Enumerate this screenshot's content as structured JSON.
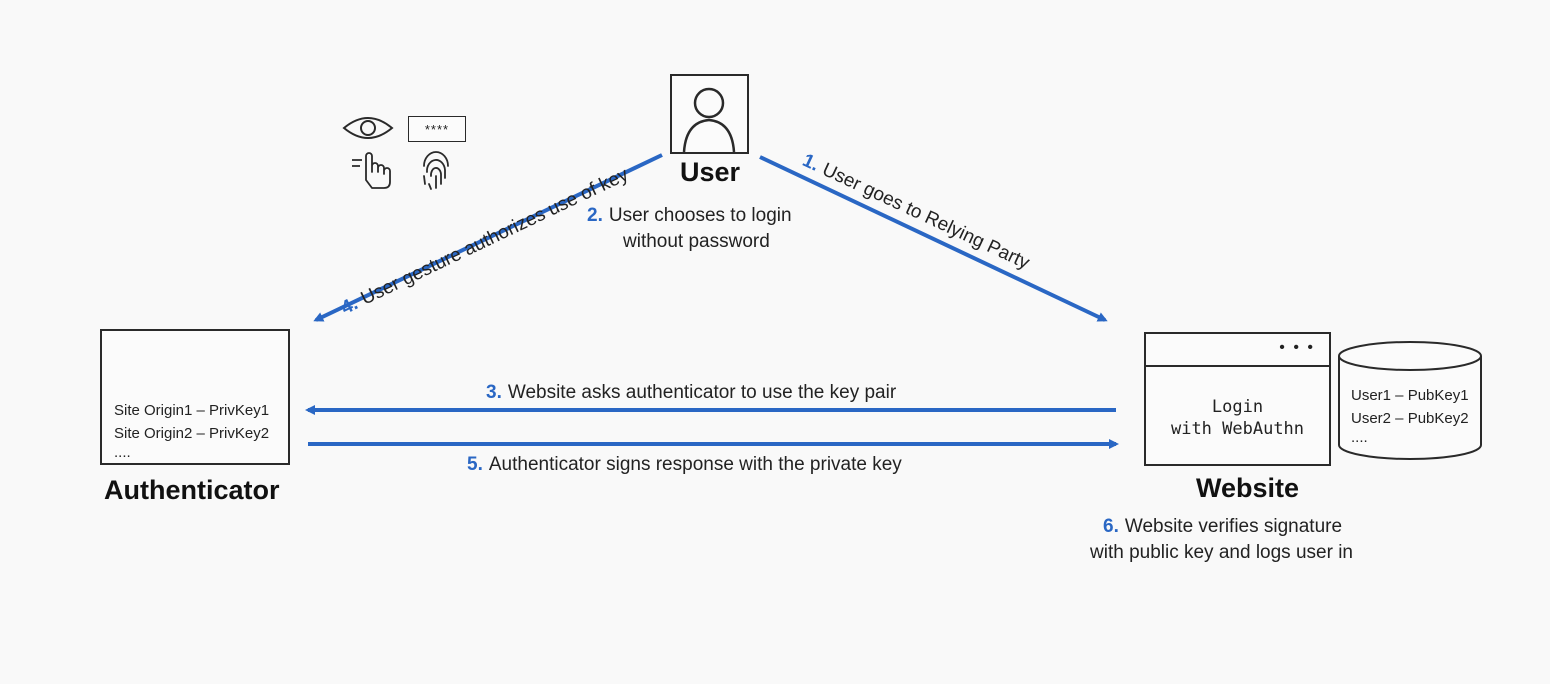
{
  "colors": {
    "accent": "#2a67c4",
    "stroke": "#2a2a2a",
    "background": "#f9f9f9"
  },
  "user": {
    "title": "User",
    "icon": "user-avatar-icon"
  },
  "authenticator": {
    "title": "Authenticator",
    "icon": "key-icon",
    "entries": [
      "Site Origin1 – PrivKey1",
      "Site Origin2 – PrivKey2",
      "...."
    ]
  },
  "website": {
    "title": "Website",
    "window_dots": "• • •",
    "login_line1": "Login",
    "login_line2": "with WebAuthn",
    "db_entries": [
      "User1 – PubKey1",
      "User2 – PubKey2",
      "...."
    ]
  },
  "gesture_icons": {
    "eye": "eye-icon",
    "pin": "pin-field-icon",
    "pin_text": "****",
    "touch": "touch-icon",
    "fingerprint": "fingerprint-icon"
  },
  "steps": [
    {
      "num": "1.",
      "text": "User goes to Relying Party"
    },
    {
      "num": "2.",
      "line1": "User chooses to login",
      "line2": "without password"
    },
    {
      "num": "3.",
      "text": "Website asks authenticator to use the key pair"
    },
    {
      "num": "4.",
      "text": "User gesture authorizes use of key"
    },
    {
      "num": "5.",
      "text": "Authenticator signs response with the private key"
    },
    {
      "num": "6.",
      "line1": "Website verifies signature",
      "line2": "with public key and logs user in"
    }
  ]
}
